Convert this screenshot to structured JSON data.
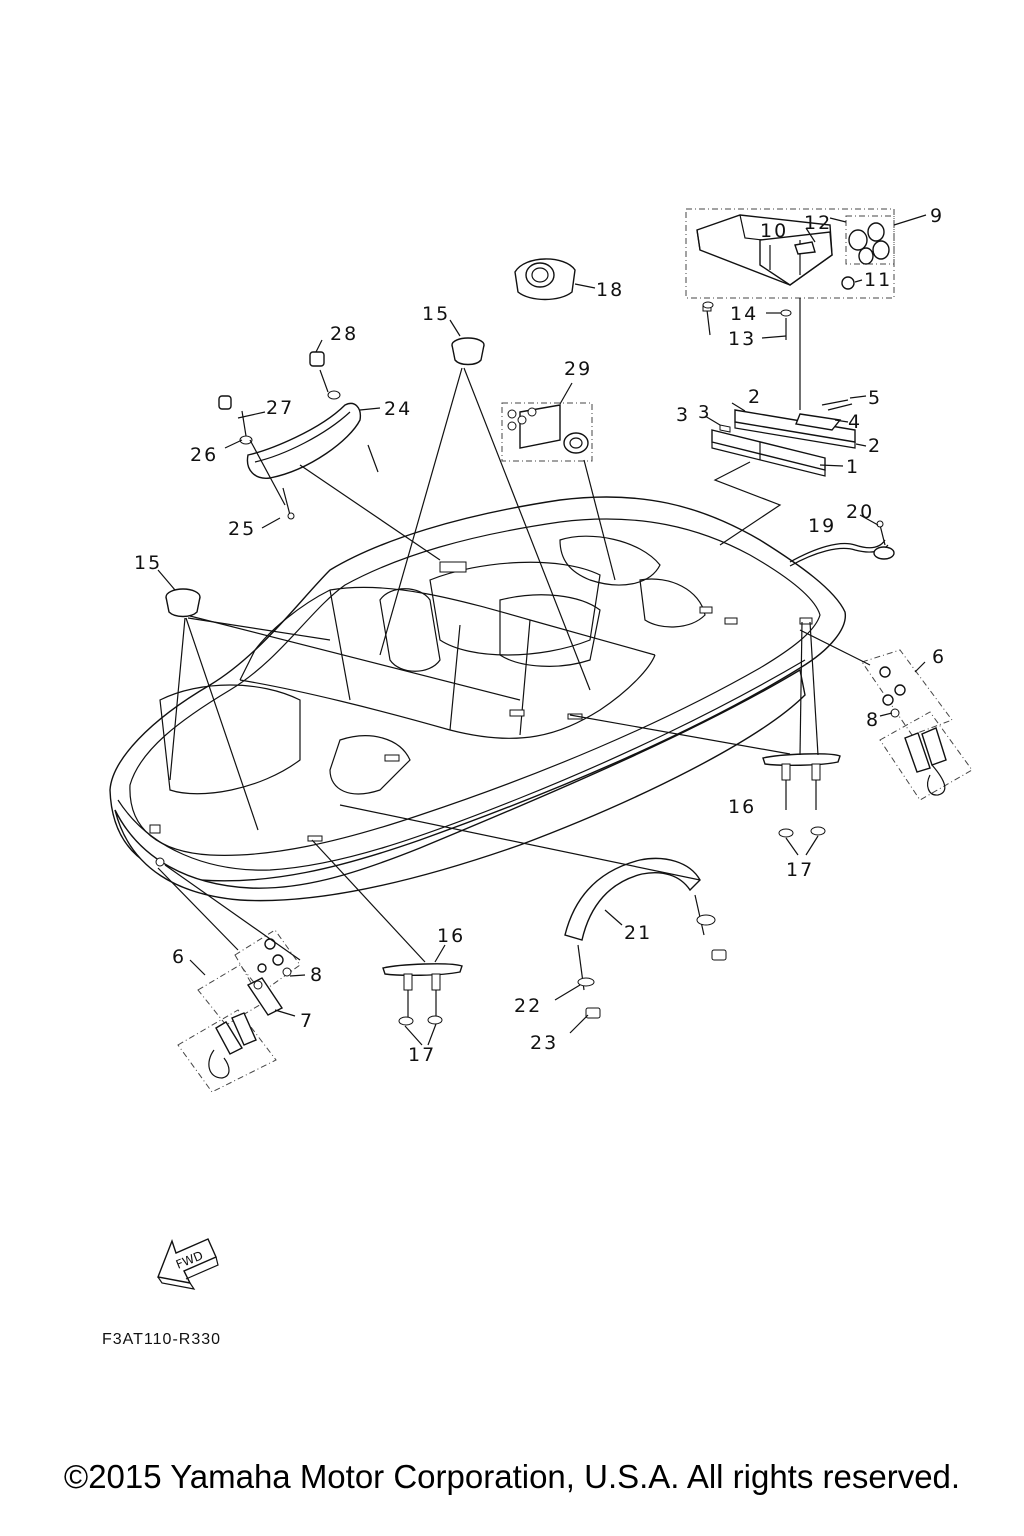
{
  "diagram": {
    "drawing_code": "F3AT110-R330",
    "fwd_marker": "FWD",
    "copyright": "©2015 Yamaha Motor Corporation, U.S.A. All rights reserved.",
    "callouts": {
      "c1": "1",
      "c2a": "2",
      "c2b": "2",
      "c3": "3",
      "c4": "4",
      "c5": "5",
      "c6a": "6",
      "c6b": "6",
      "c7": "7",
      "c8a": "8",
      "c8b": "8",
      "c9": "9",
      "c10": "10",
      "c11": "11",
      "c12": "12",
      "c13": "13",
      "c14": "14",
      "c15a": "15",
      "c15b": "15",
      "c16a": "16",
      "c16b": "16",
      "c17a": "17",
      "c17b": "17",
      "c18": "18",
      "c19": "19",
      "c20": "20",
      "c21": "21",
      "c22": "22",
      "c23": "23",
      "c24": "24",
      "c25": "25",
      "c26": "26",
      "c27": "27",
      "c28": "28",
      "c29": "29"
    }
  }
}
